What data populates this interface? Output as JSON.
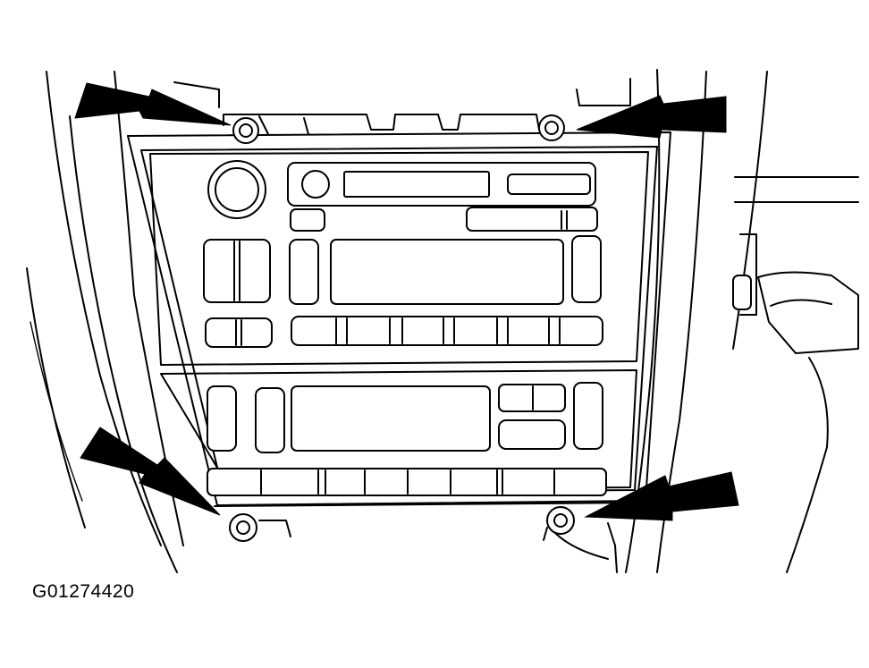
{
  "figure": {
    "id_label": "G01274420",
    "line_color": "#000000",
    "background_color": "#ffffff"
  },
  "arrows": [
    {
      "name": "arrow-top-left",
      "points_to": "fastener-top-left"
    },
    {
      "name": "arrow-top-right",
      "points_to": "fastener-top-right"
    },
    {
      "name": "arrow-bottom-left",
      "points_to": "fastener-bottom-left"
    },
    {
      "name": "arrow-bottom-right",
      "points_to": "fastener-bottom-right"
    }
  ]
}
